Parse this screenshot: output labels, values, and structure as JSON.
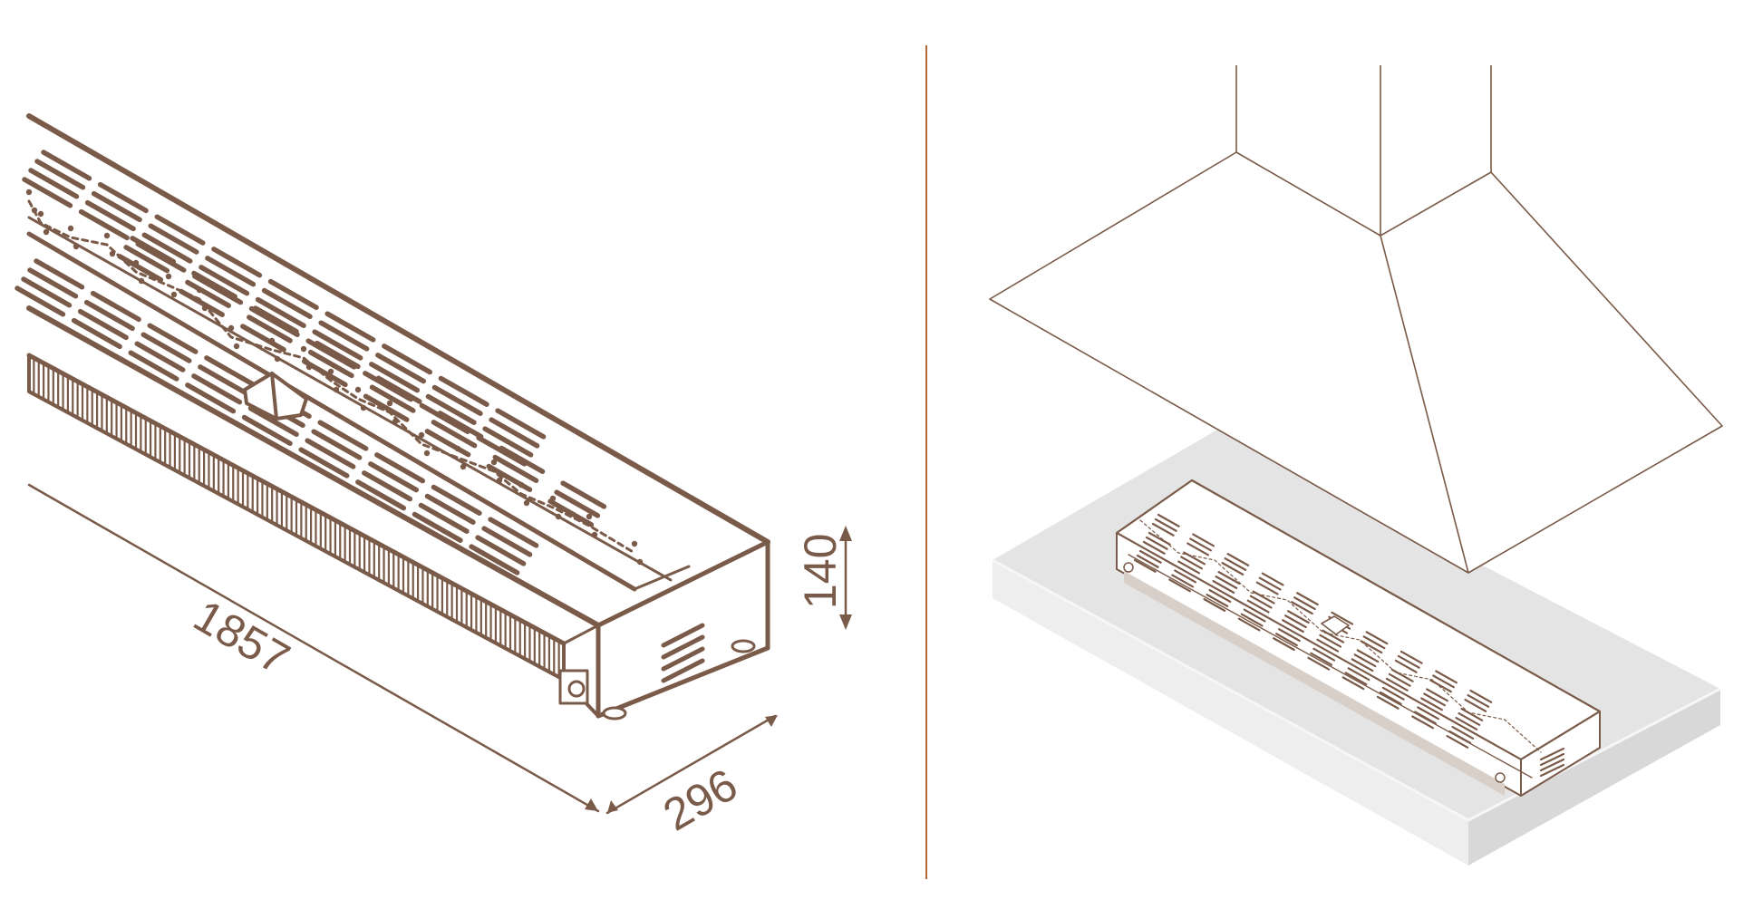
{
  "dimensions": {
    "length": "1857",
    "depth": "296",
    "height": "140"
  },
  "colors": {
    "line": "#7a5a48",
    "divider": "#b5683a",
    "countertop": "#e4e4e4",
    "countertop_edge": "#f1f1f1",
    "background": "#ffffff"
  }
}
